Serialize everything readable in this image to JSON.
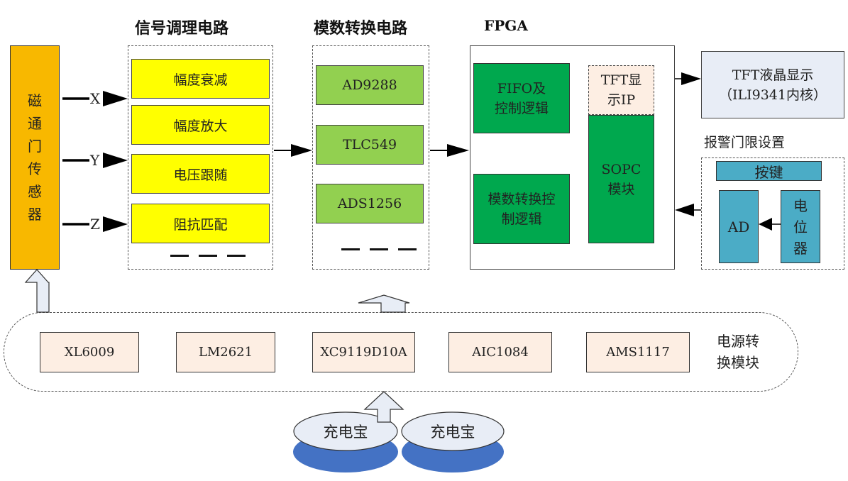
{
  "sections": {
    "signal_conditioning_title": "信号调理电路",
    "adc_title": "模数转换电路",
    "fpga_title": "FPGA"
  },
  "sensor": {
    "label": "磁通门传感器",
    "chars": [
      "磁",
      "通",
      "门",
      "传",
      "感",
      "器"
    ]
  },
  "axes": [
    "X",
    "Y",
    "Z"
  ],
  "signal_conditioning": {
    "items": [
      "幅度衰减",
      "幅度放大",
      "电压跟随",
      "阻抗匹配"
    ],
    "more": "———"
  },
  "adc": {
    "items": [
      "AD9288",
      "TLC549",
      "ADS1256"
    ],
    "more": "———"
  },
  "fpga": {
    "fifo_line1": "FIFO及",
    "fifo_line2": "控制逻辑",
    "adc_ctrl_line1": "模数转换控",
    "adc_ctrl_line2": "制逻辑",
    "tft_ip_line1": "TFT显",
    "tft_ip_line2": "示IP",
    "sopc_line1": "SOPC",
    "sopc_line2": "模块"
  },
  "tft_display": {
    "line1": "TFT液晶显示",
    "line2": "（ILI9341内核）"
  },
  "alarm": {
    "title": "报警门限设置",
    "button": "按键",
    "ad": "AD",
    "potentiometer_chars": [
      "电",
      "位",
      "器"
    ]
  },
  "power": {
    "label_line1": "电源转",
    "label_line2": "换模块",
    "chips": [
      "XL6009",
      "LM2621",
      "XC9119D10A",
      "AIC1084",
      "AMS1117"
    ]
  },
  "battery": {
    "items": [
      "充电宝",
      "充电宝"
    ]
  },
  "colors": {
    "sensor": "#f8b800",
    "conditioning": "#ffff00",
    "adc": "#92d050",
    "fpga_block": "#00a84e",
    "peach": "#fdeee3",
    "tft": "#e8edf6",
    "alarm": "#4bacc6",
    "battery_shadow": "#4472c4",
    "battery_top": "#e8edf6"
  }
}
